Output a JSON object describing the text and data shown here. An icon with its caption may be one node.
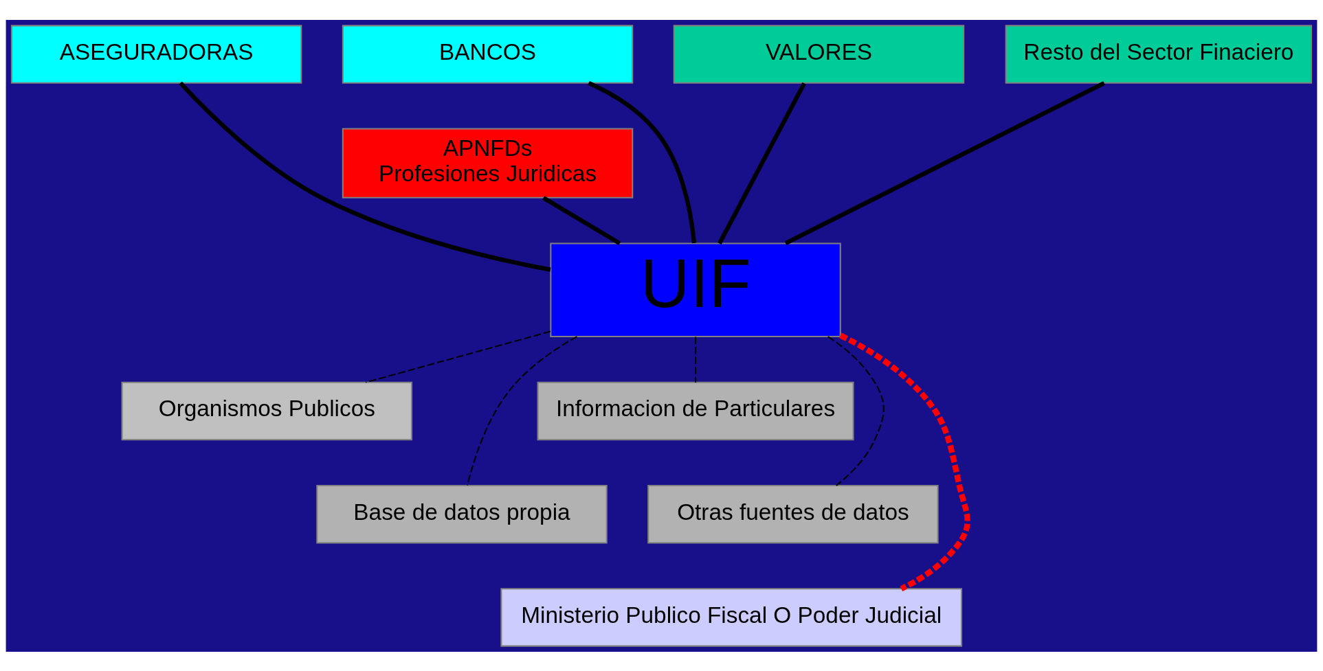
{
  "diagram": {
    "nodes": [
      {
        "text": [
          "ASEGURADORAS"
        ]
      },
      {
        "text": [
          "BANCOS"
        ]
      },
      {
        "text": [
          "VALORES"
        ]
      },
      {
        "text": [
          "Resto del Sector Finaciero"
        ]
      },
      {
        "text": [
          "APNFDs",
          "Profesiones Juridicas"
        ]
      },
      {
        "text": [
          "UIF"
        ]
      },
      {
        "text": [
          "Organismos Publicos"
        ]
      },
      {
        "text": [
          "Informacion de Particulares"
        ]
      },
      {
        "text": [
          "Base de datos propia"
        ]
      },
      {
        "text": [
          "Otras fuentes de datos"
        ]
      },
      {
        "text": [
          "Ministerio Publico Fiscal O Poder Judicial"
        ]
      }
    ],
    "edges": [
      {
        "from": 0,
        "to": 5,
        "arrow": "none"
      },
      {
        "from": 1,
        "to": 5,
        "arrow": "none"
      },
      {
        "from": 2,
        "to": 5,
        "arrow": "none"
      },
      {
        "from": 3,
        "to": 5,
        "arrow": "none"
      },
      {
        "from": 4,
        "to": 5,
        "arrow": "none"
      },
      {
        "from": 6,
        "to": 5,
        "arrow": "none",
        "style": "dashed"
      },
      {
        "from": 7,
        "to": 5,
        "arrow": "none",
        "style": "dashed"
      },
      {
        "from": 8,
        "to": 5,
        "arrow": "none",
        "style": "dashed"
      },
      {
        "from": 9,
        "to": 5,
        "arrow": "none",
        "style": "dashed"
      },
      {
        "from": 5,
        "to": 10,
        "arrow": "none",
        "style": "dashed",
        "color": "#ff0000"
      }
    ]
  }
}
